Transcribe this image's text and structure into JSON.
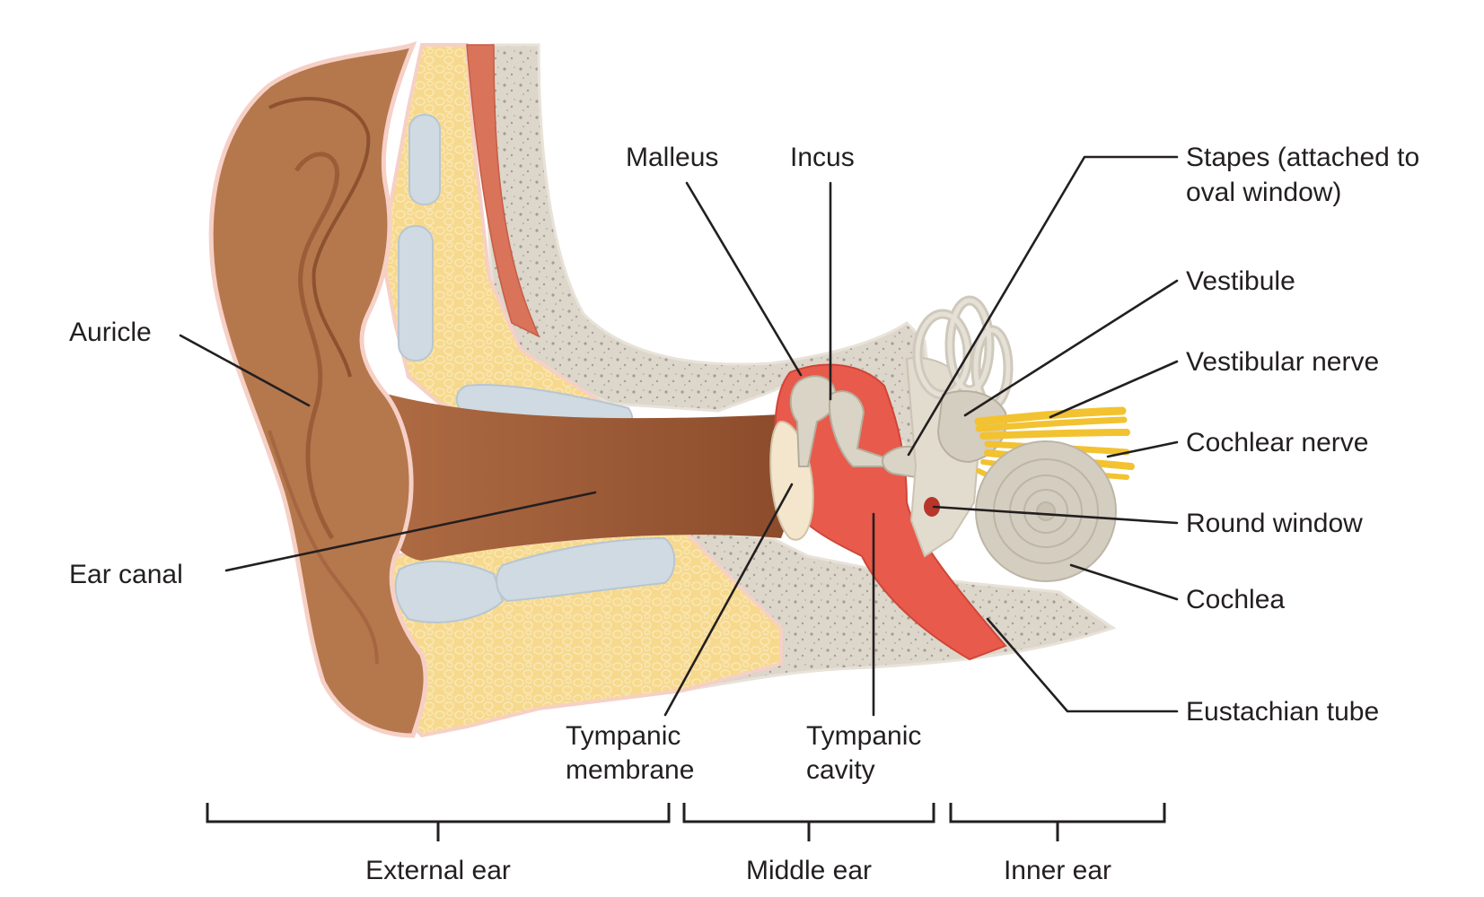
{
  "labels": {
    "auricle": "Auricle",
    "ear_canal": "Ear canal",
    "malleus": "Malleus",
    "incus": "Incus",
    "stapes_line1": "Stapes (attached to",
    "stapes_line2": "oval window)",
    "vestibule": "Vestibule",
    "vestibular_nerve": "Vestibular nerve",
    "cochlear_nerve": "Cochlear nerve",
    "round_window": "Round window",
    "cochlea": "Cochlea",
    "eustachian_tube": "Eustachian tube",
    "tympanic_membrane_line1": "Tympanic",
    "tympanic_membrane_line2": "membrane",
    "tympanic_cavity_line1": "Tympanic",
    "tympanic_cavity_line2": "cavity"
  },
  "regions": {
    "external_ear": "External ear",
    "middle_ear": "Middle ear",
    "inner_ear": "Inner ear"
  },
  "colors": {
    "skin": "#b5774c",
    "skin_dark": "#8c5230",
    "canal": "#9c5a37",
    "fat": "#f5d283",
    "cartilage": "#cfdae3",
    "muscle": "#d9735a",
    "bone": "#dcd6cb",
    "cavity_red": "#e85a4b",
    "ossicle": "#d9d4c6",
    "membrane": "#f3e6cc",
    "nerve": "#f2c230",
    "line": "#231f20"
  }
}
